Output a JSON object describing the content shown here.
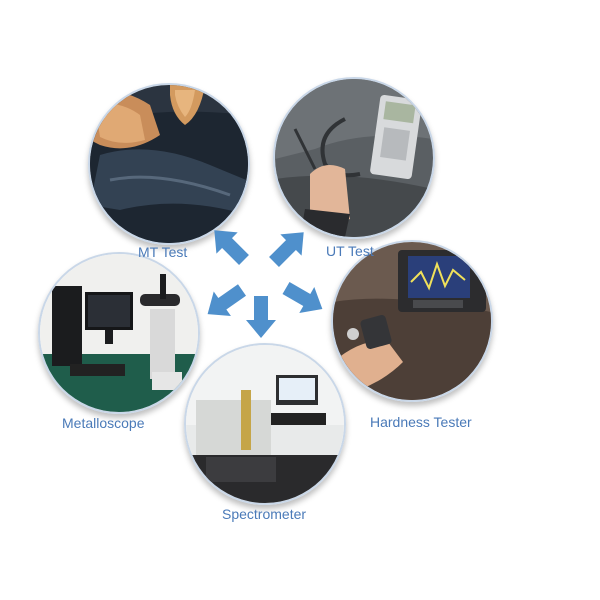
{
  "diagram": {
    "nodes": [
      {
        "id": "mt",
        "label": "MT Test",
        "image": "magnetic-particle-test-photo"
      },
      {
        "id": "ut",
        "label": "UT Test",
        "image": "ultrasonic-thickness-gauge-photo"
      },
      {
        "id": "hardness",
        "label": "Hardness Tester",
        "image": "portable-hardness-tester-photo"
      },
      {
        "id": "spectro",
        "label": "Spectrometer",
        "image": "spectrometer-lab-photo"
      },
      {
        "id": "metallo",
        "label": "Metalloscope",
        "image": "metalloscope-microscope-photo"
      }
    ],
    "arrow_color": "#4f90cc"
  }
}
